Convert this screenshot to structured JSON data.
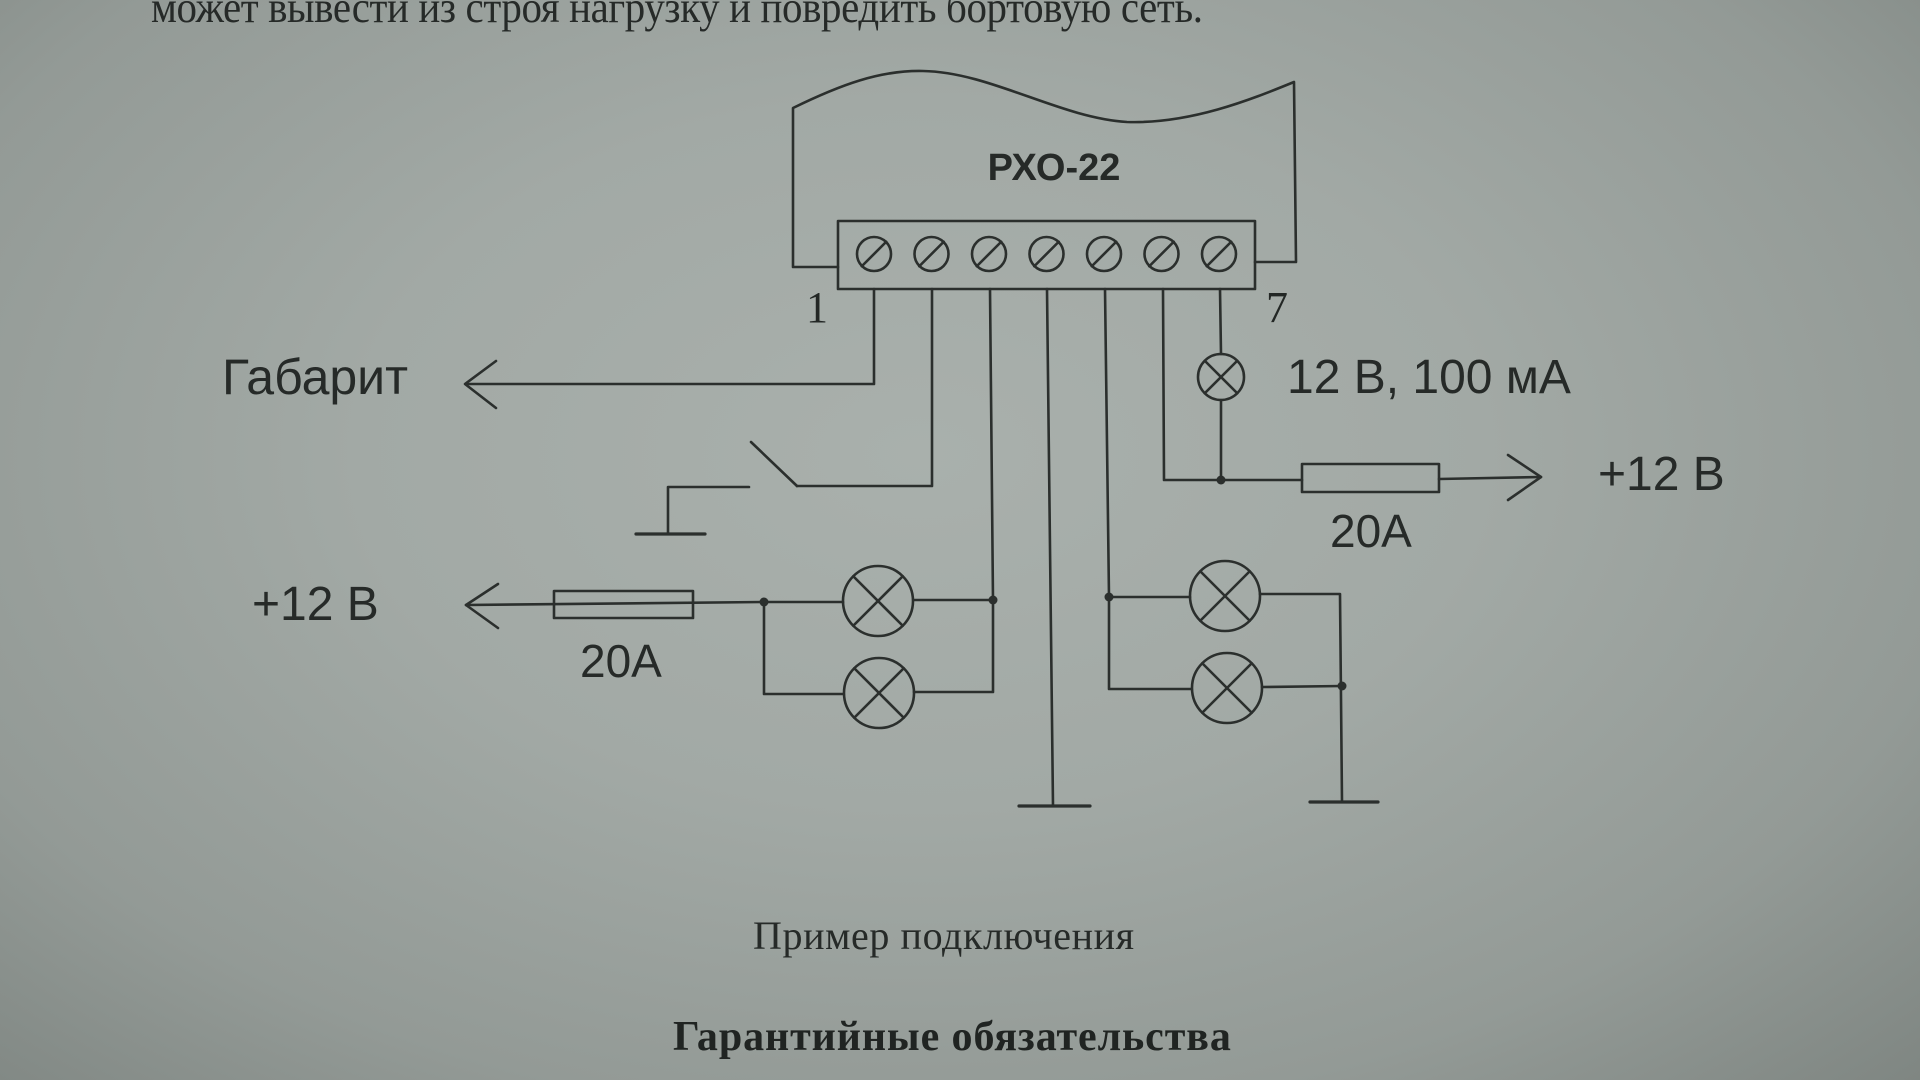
{
  "page": {
    "intro_text_fragment": "может вывести из строя нагрузку и повредить бортовую сеть.",
    "figure_caption": "Пример подключения",
    "section_heading": "Гарантийные обязательства"
  },
  "diagram": {
    "device_name": "РХО-22",
    "terminal_count": 7,
    "terminal_first_label": "1",
    "terminal_last_label": "7",
    "labels": {
      "marker_lights": "Габарит",
      "supply_left": "+12 В",
      "supply_right": "+12 В",
      "fuse_left": "20A",
      "fuse_right": "20A",
      "indicator_lamp": "12 В, 100 мА"
    },
    "components": [
      {
        "type": "terminal-block",
        "terminals": 7
      },
      {
        "type": "switch",
        "connected_terminal": 2,
        "to": "ground"
      },
      {
        "type": "fuse",
        "rating": "20A",
        "side": "left"
      },
      {
        "type": "fuse",
        "rating": "20A",
        "side": "right"
      },
      {
        "type": "lamp",
        "count": 2,
        "group": "left",
        "connected_terminal": 3
      },
      {
        "type": "lamp",
        "count": 2,
        "group": "right",
        "connected_terminal": 5
      },
      {
        "type": "lamp",
        "rating": "12 В, 100 мА",
        "connected_terminal": 7
      },
      {
        "type": "ground",
        "connected_terminal": 4
      }
    ]
  },
  "colors": {
    "paper": "#a3aaa6",
    "ink": "#2b2f2d"
  }
}
